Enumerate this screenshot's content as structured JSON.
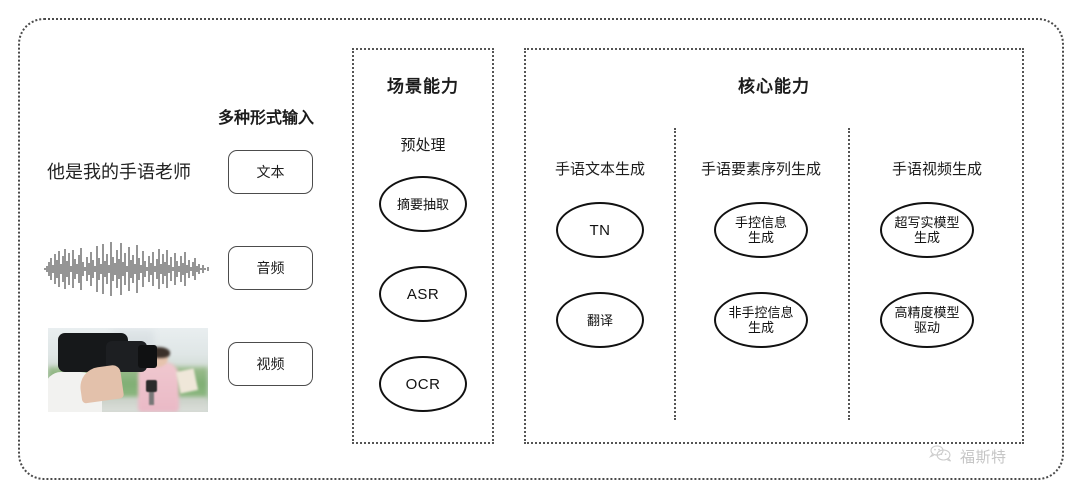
{
  "left_input": {
    "heading": "多种形式输入",
    "text_sample": "他是我的手语老师",
    "modality_buttons": [
      {
        "label": "文本",
        "name": "text-modality-button"
      },
      {
        "label": "音频",
        "name": "audio-modality-button"
      },
      {
        "label": "视频",
        "name": "video-modality-button"
      }
    ],
    "waveform_alt": "audio-waveform",
    "video_alt": "video-thumbnail-photographer-reporter"
  },
  "scene_panel": {
    "title": "场景能力",
    "section_label": "预处理",
    "nodes": [
      {
        "label": "摘要抽取",
        "latin": false
      },
      {
        "label": "ASR",
        "latin": true
      },
      {
        "label": "OCR",
        "latin": true
      }
    ]
  },
  "core_panel": {
    "title": "核心能力",
    "columns": [
      {
        "header": "手语文本生成",
        "nodes": [
          {
            "label": "TN",
            "latin": true
          },
          {
            "label": "翻译",
            "latin": false
          }
        ]
      },
      {
        "header": "手语要素序列生成",
        "nodes": [
          {
            "label": "手控信息\n生成",
            "latin": false
          },
          {
            "label": "非手控信息\n生成",
            "latin": false
          }
        ]
      },
      {
        "header": "手语视频生成",
        "nodes": [
          {
            "label": "超写实模型\n生成",
            "latin": false
          },
          {
            "label": "高精度模型\n驱动",
            "latin": false
          }
        ]
      }
    ]
  },
  "watermark": {
    "text": "福斯特",
    "icon": "wechat-bubbles-icon"
  },
  "colors": {
    "background": "#ffffff",
    "border": "#4a4a4a",
    "text": "#1c1c1c",
    "node_stroke": "#111111",
    "watermark": "#8d8d8d"
  }
}
